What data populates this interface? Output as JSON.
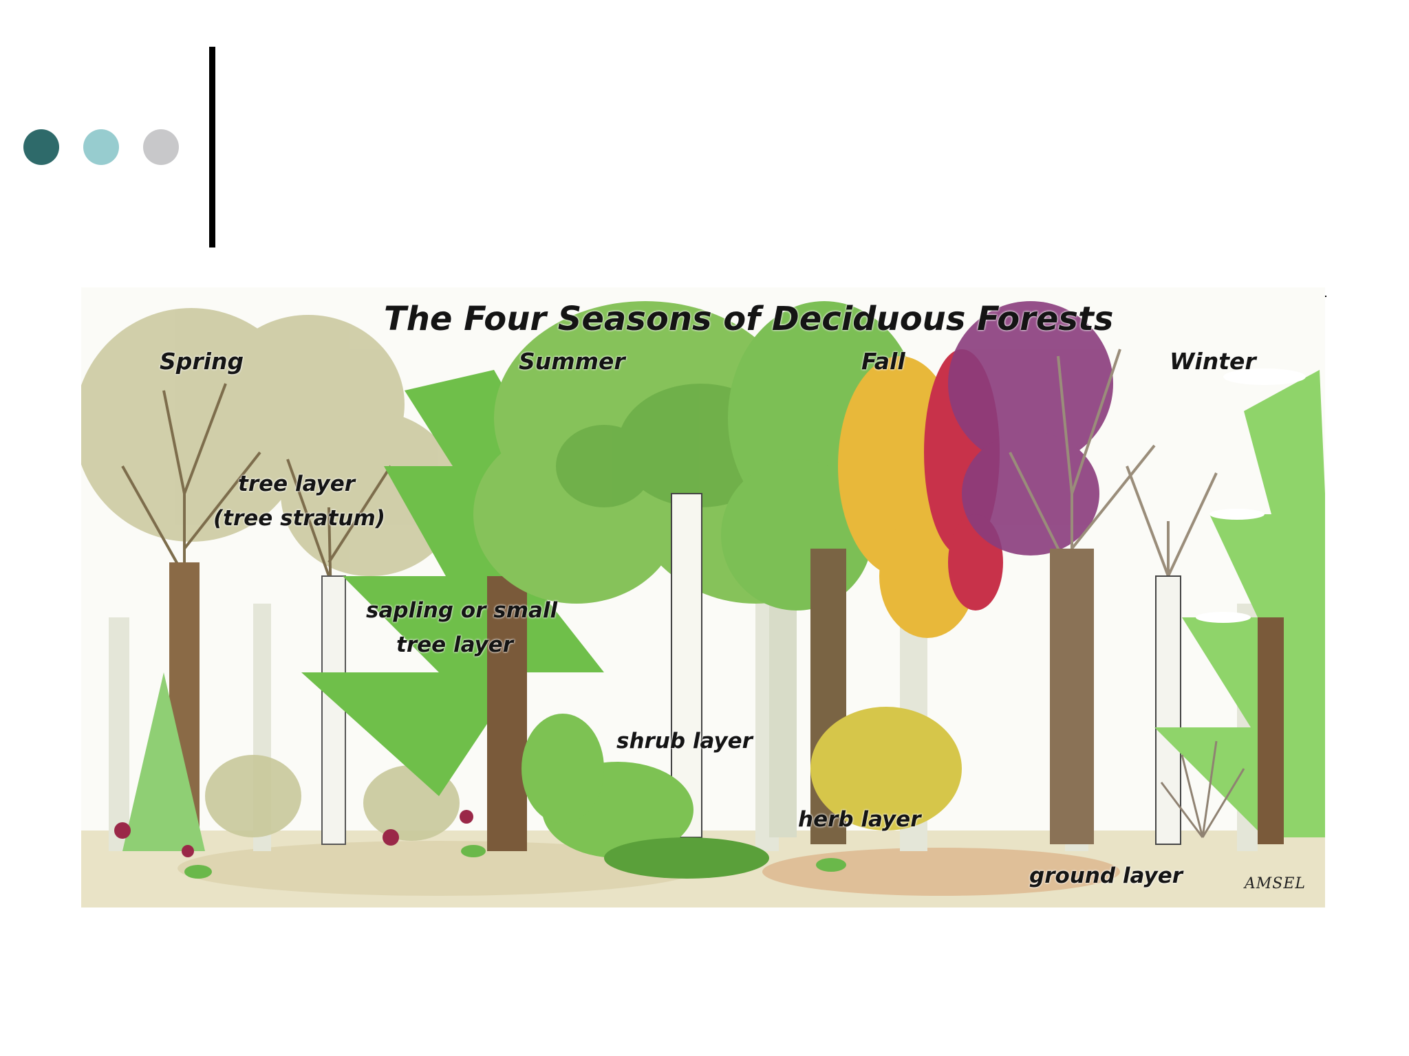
{
  "slide": {
    "bullets": [
      {
        "color": "#2e6a6a"
      },
      {
        "color": "#97cccf"
      },
      {
        "color": "#c8c8ca"
      }
    ]
  },
  "figure": {
    "title": "The Four Seasons of Deciduous Forests",
    "seasons": [
      "Spring",
      "Summer",
      "Fall",
      "Winter"
    ],
    "layers": {
      "tree_layer_line1": "tree layer",
      "tree_layer_line2": "(tree stratum)",
      "sapling_line1": "sapling or small",
      "sapling_line2": "tree layer",
      "shrub": "shrub layer",
      "herb": "herb layer",
      "ground": "ground layer"
    },
    "signature": "AMSEL",
    "colors": {
      "spring_tree": "#b8b48a",
      "summer_green": "#6fbf4a",
      "fall_yellow": "#e8b83a",
      "fall_red": "#c8324a",
      "fall_purple": "#8a3c7c",
      "winter_green": "#8fd46a",
      "trunk": "#8a6a46"
    }
  }
}
